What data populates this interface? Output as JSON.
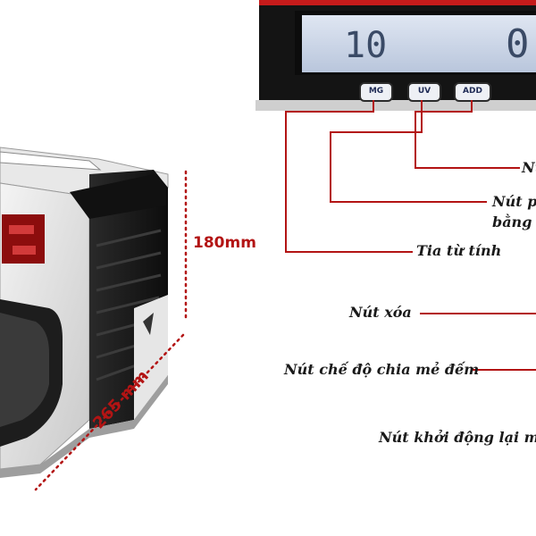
{
  "dimensions": {
    "height": "180mm",
    "depth": "265 mm"
  },
  "panel": {
    "lcd_left_value": "10",
    "lcd_right_value": "0",
    "buttons": [
      {
        "label": "MG"
      },
      {
        "label": "UV"
      },
      {
        "label": "ADD"
      }
    ]
  },
  "callouts": {
    "add_button": "Nú",
    "uv_button_line1": "Nút p",
    "uv_button_line2": "bằng",
    "mg_button": "Tia từ tính",
    "clear": "Nút xóa",
    "batch_mode": "Nút chế độ chia mẻ đếm",
    "restart": "Nút khởi động lại m"
  },
  "colors": {
    "accent_red": "#b31414",
    "leader_line": "#b31414",
    "machine_black": "#1b1b1b"
  }
}
